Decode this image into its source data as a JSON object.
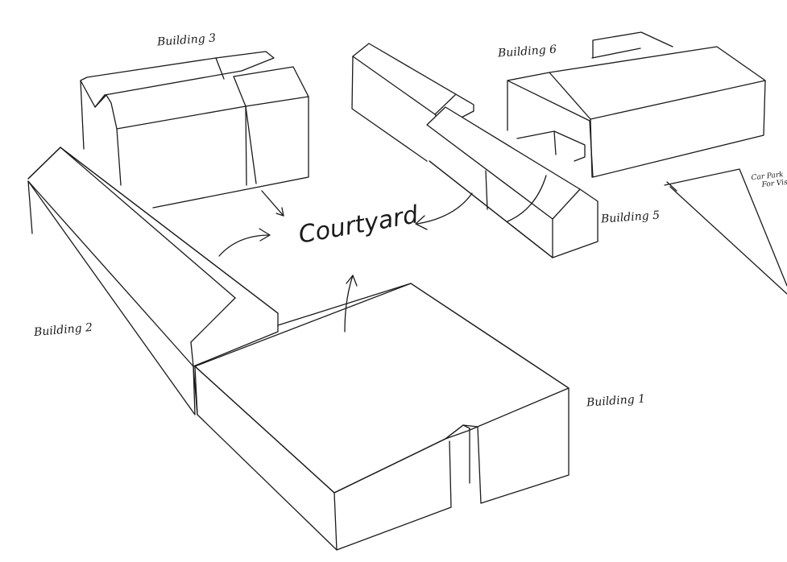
{
  "labels": {
    "building_3": "Building 3",
    "building_6": "Building 6",
    "building_2": "Building 2",
    "building_1": "Building 1",
    "building_5": "Building 5",
    "courtyard": "Courtyard",
    "car_park_line1": "Car Park",
    "car_park_line2": "For Visitors"
  },
  "stroke_color": "#1a1a1a",
  "background_color": "#ffffff"
}
